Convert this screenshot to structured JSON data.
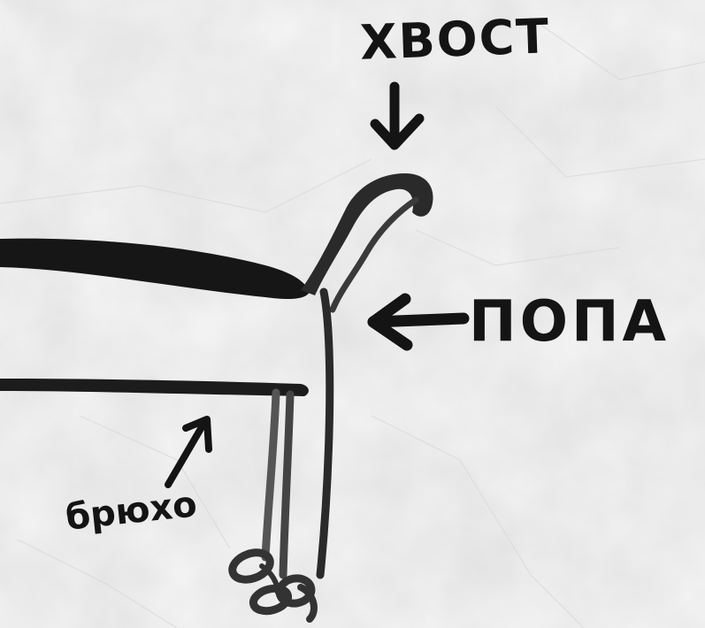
{
  "labels": {
    "tail": "ХВОСТ",
    "butt": "ПОПА",
    "belly": "брюхо"
  },
  "colors": {
    "paper": "#f5f5f5",
    "ink": "#141414",
    "ink_light": "#4a4a4a"
  },
  "icons": {
    "tail_arrow": "arrow-down-icon",
    "butt_arrow": "arrow-left-icon",
    "belly_arrow": "arrow-up-right-icon"
  }
}
